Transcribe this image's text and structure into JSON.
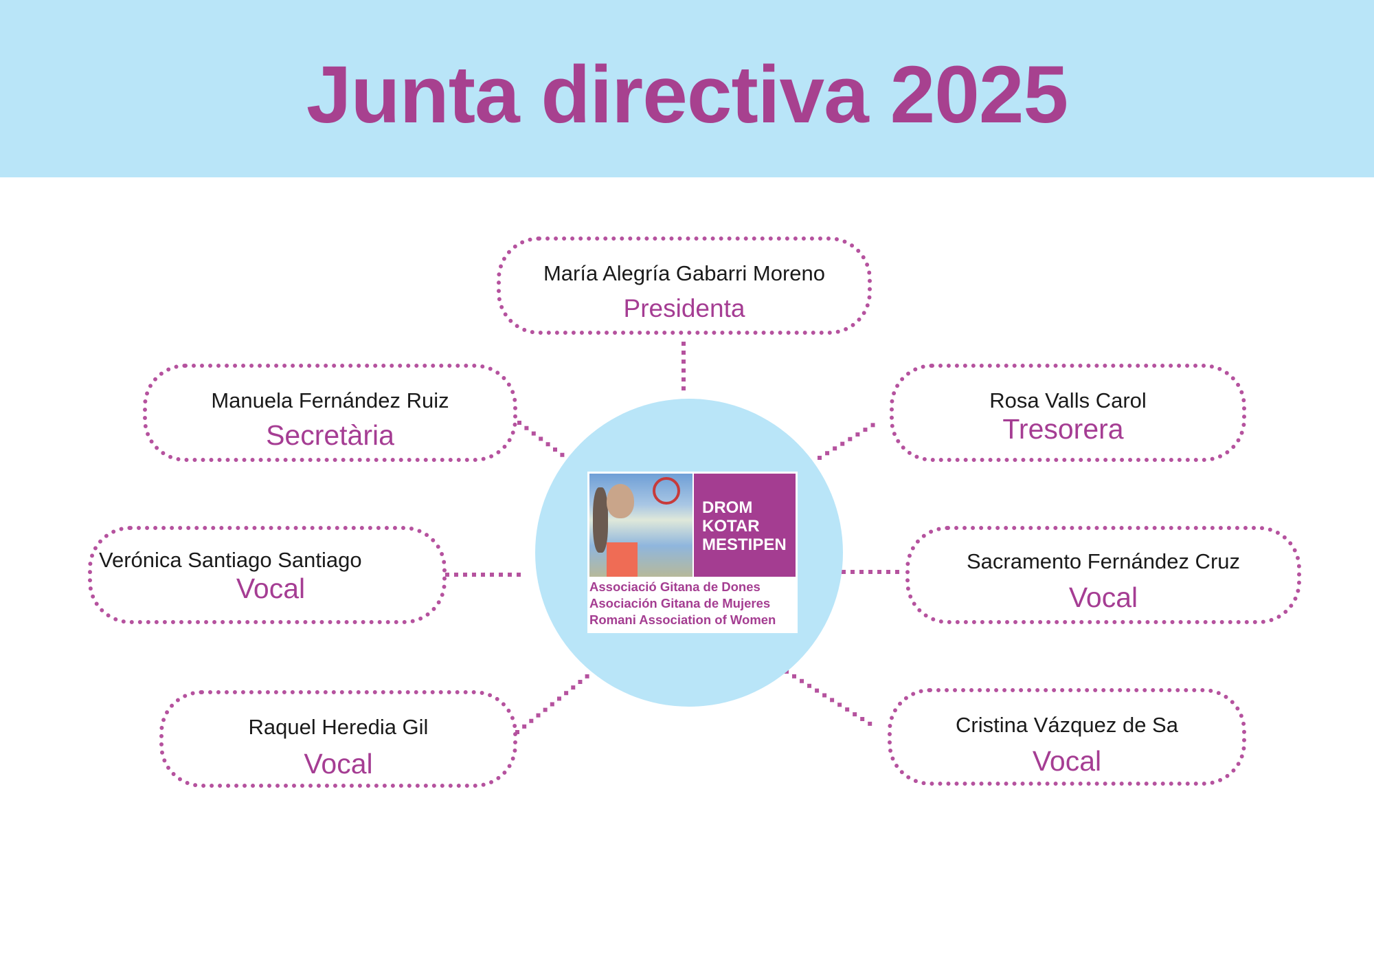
{
  "header": {
    "title": "Junta directiva 2025"
  },
  "logo": {
    "brand_lines": [
      "DROM",
      "KOTAR",
      "MESTIPEN"
    ],
    "subtitle_lines": [
      "Associació Gitana de Dones",
      "Asociación Gitana de Mujeres",
      "Romani Association of Women"
    ]
  },
  "members": [
    {
      "name": "María Alegría Gabarri Moreno",
      "role": "Presidenta"
    },
    {
      "name": "Manuela Fernández Ruiz",
      "role": "Secretària"
    },
    {
      "name": "Rosa Valls Carol",
      "role": "Tresorera"
    },
    {
      "name": "Verónica Santiago Santiago",
      "role": "Vocal"
    },
    {
      "name": "Sacramento Fernández Cruz",
      "role": "Vocal"
    },
    {
      "name": "Raquel Heredia Gil",
      "role": "Vocal"
    },
    {
      "name": "Cristina Vázquez de Sa",
      "role": "Vocal"
    }
  ],
  "colors": {
    "accent": "#a7418f",
    "header_bg": "#b9e5f8",
    "dots": "#b5529e"
  }
}
